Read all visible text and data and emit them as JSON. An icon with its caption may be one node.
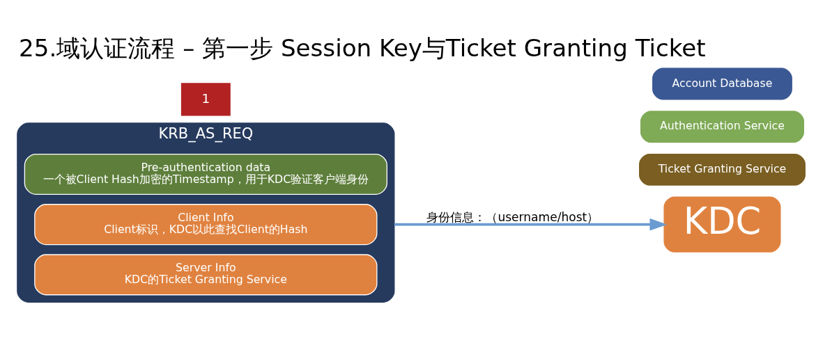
{
  "diagram": {
    "title": "25.域认证流程 – 第一步 Session Key与Ticket Granting Ticket",
    "nodes": [
      {
        "text": [
          "KRB_AS_REQ"
        ]
      },
      {
        "text": [
          "Pre-authentication data",
          "一个被Client Hash加密的Timestamp，用于KDC验证客户端身份"
        ],
        "in": 0
      },
      {
        "text": [
          "Client Info",
          "Client标识，KDC以此查找Client的Hash"
        ],
        "in": 0
      },
      {
        "text": [
          "Server Info",
          "KDC的Ticket Granting Service"
        ],
        "in": 0
      },
      {
        "text": [
          "KDC"
        ]
      },
      {
        "text": [
          "Account Database"
        ]
      },
      {
        "text": [
          "Authentication Service"
        ]
      },
      {
        "text": [
          "Ticket Granting Service"
        ]
      }
    ],
    "edges": [
      {
        "from": 0,
        "to": 4,
        "arrow": "to",
        "label": "身份信息：（username/host）"
      }
    ],
    "labels": [
      "1"
    ]
  }
}
